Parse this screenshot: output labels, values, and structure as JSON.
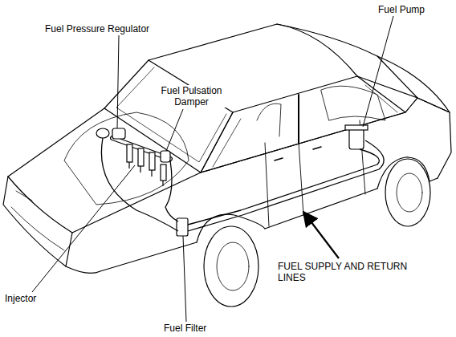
{
  "diagram": {
    "labels": [
      "Fuel Pump",
      "Fuel Pressure Regulator",
      "Fuel Pulsation Damper",
      "FUEL SUPPLY AND RETURN LINES",
      "Injector",
      "Fuel Filter"
    ]
  }
}
